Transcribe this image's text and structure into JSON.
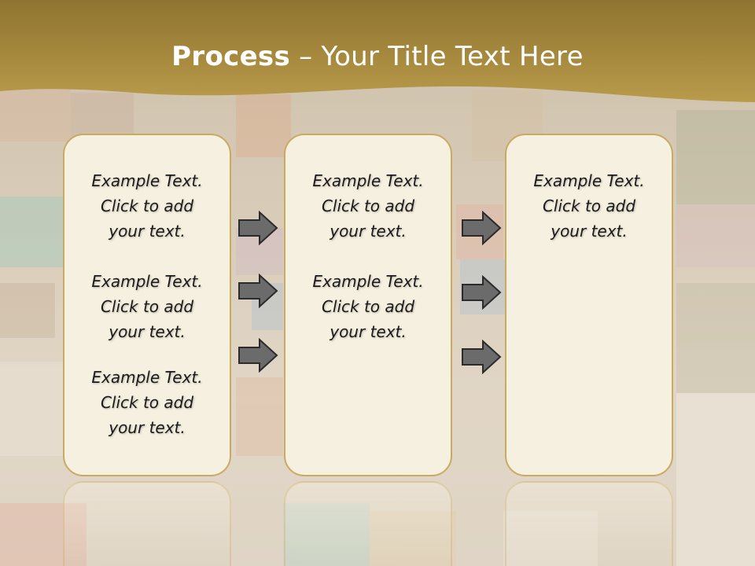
{
  "slide": {
    "title_bold": "Process",
    "title_rest": "– Your Title Text Here",
    "colors": {
      "title_band": "#a88b3f",
      "panel_fill": "#f6f0e1",
      "panel_border": "#c9aa62",
      "arrow_fill": "#6b6b6b"
    }
  },
  "columns": [
    {
      "blocks": [
        {
          "l1": "Example Text.",
          "l2": "Click  to add",
          "l3": "your text."
        },
        {
          "l1": "Example Text.",
          "l2": "Click  to add",
          "l3": "your text."
        },
        {
          "l1": "Example Text.",
          "l2": "Click  to add",
          "l3": "your text."
        }
      ]
    },
    {
      "blocks": [
        {
          "l1": "Example Text.",
          "l2": "Click  to add",
          "l3": "your text."
        },
        {
          "l1": "Example Text.",
          "l2": "Click  to add",
          "l3": "your text."
        }
      ]
    },
    {
      "blocks": [
        {
          "l1": "Example Text.",
          "l2": "Click  to add",
          "l3": "your text."
        }
      ]
    }
  ],
  "icons": {
    "arrow": "right-arrow-icon"
  }
}
